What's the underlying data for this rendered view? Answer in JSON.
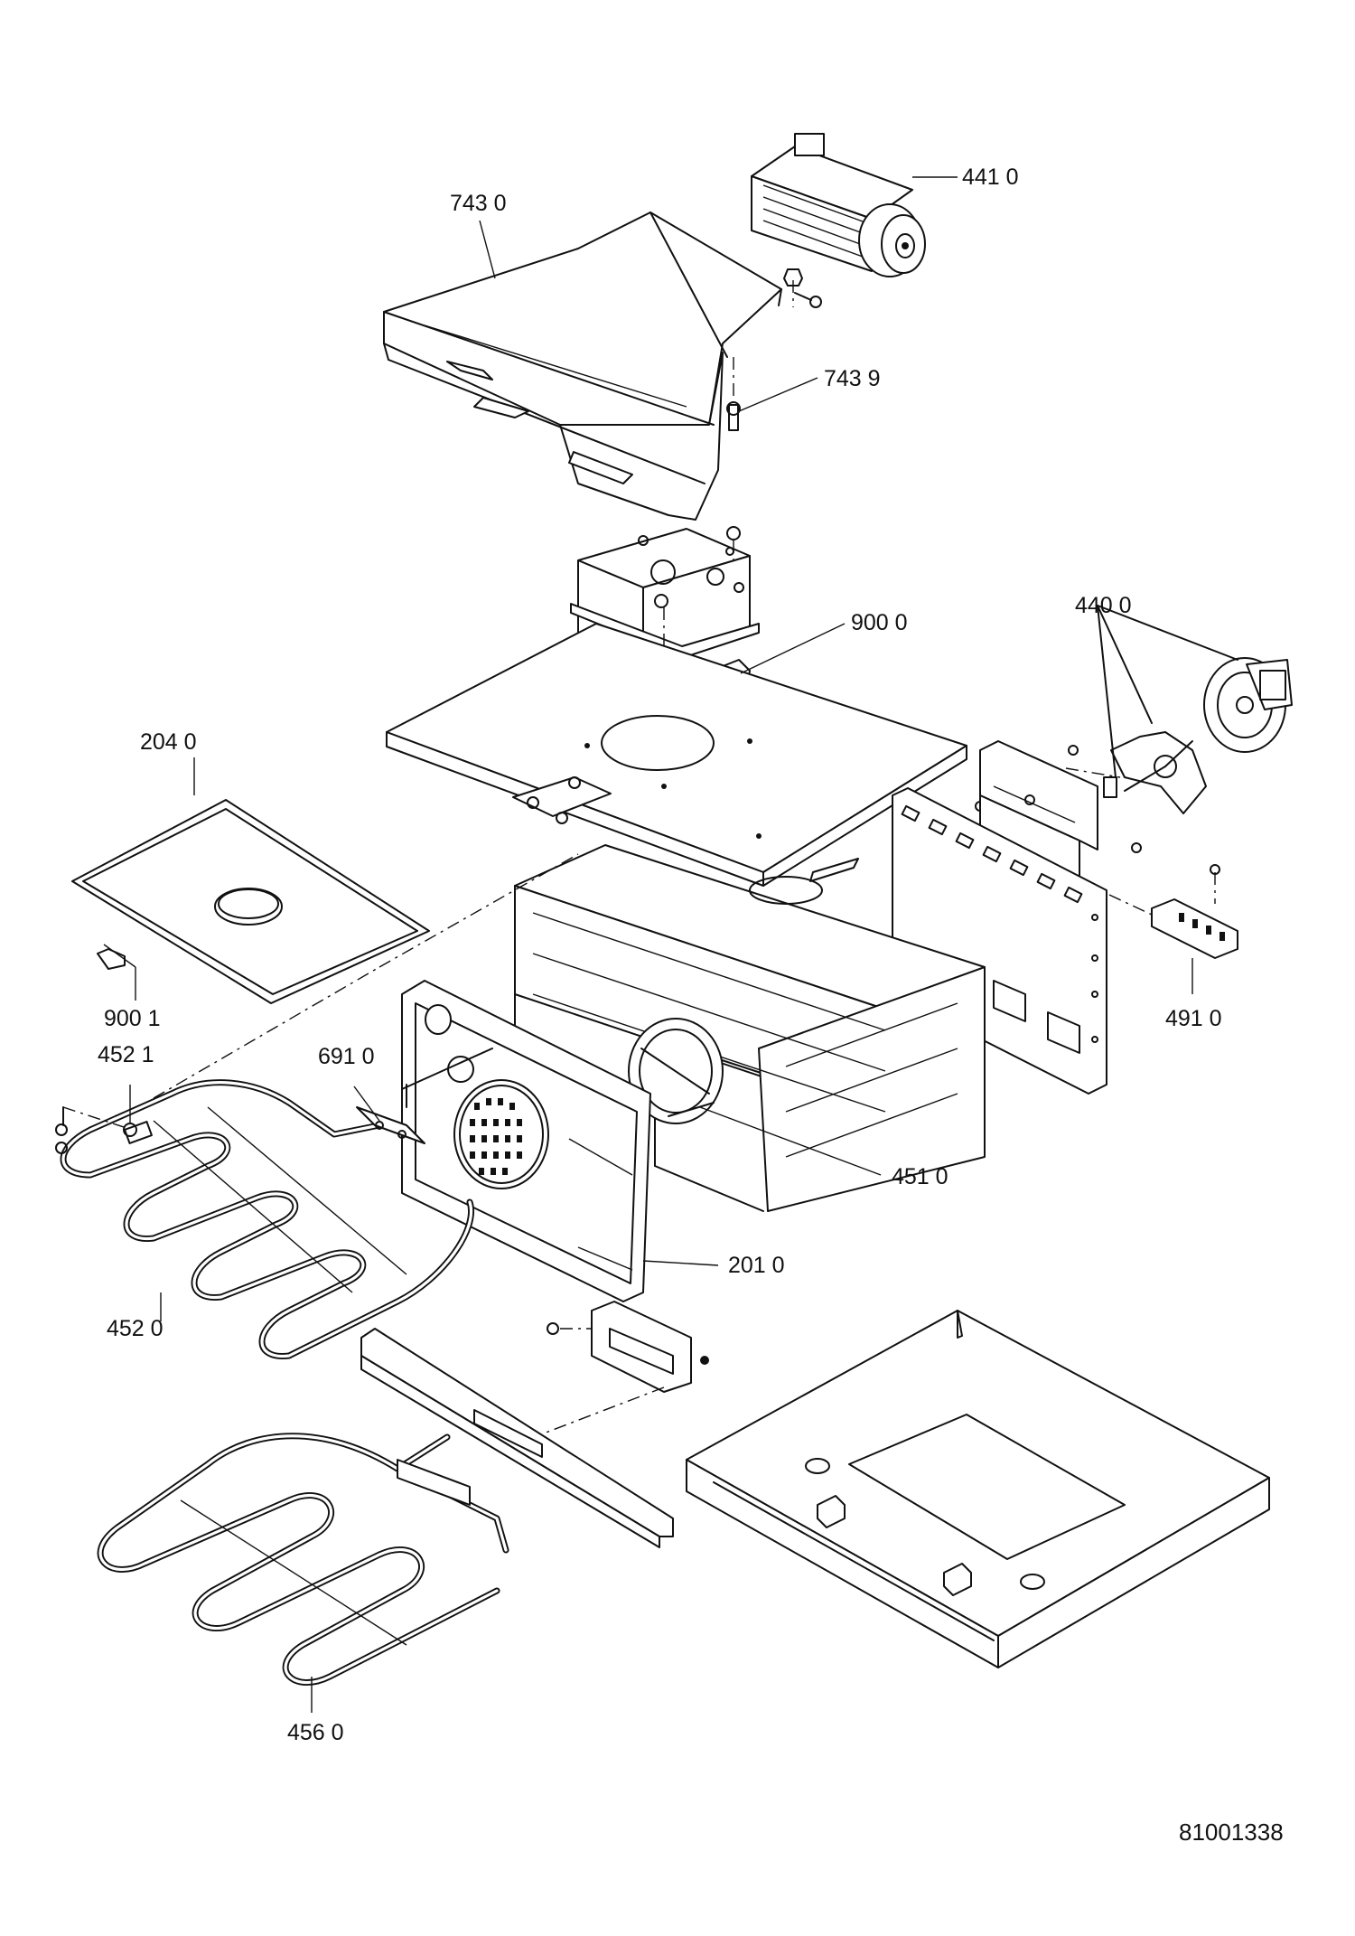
{
  "document_number": "81001338",
  "callouts": {
    "fan_441": "441 0",
    "cover_743": "743 0",
    "screw_7439": "743 9",
    "bracket_9000": "900 0",
    "fan_440": "440 0",
    "plate_204": "204 0",
    "clip_9001": "900 1",
    "clip_4521": "452 1",
    "sensor_691": "691 0",
    "terminal_491": "491 0",
    "ring_451": "451 0",
    "back_panel_201": "201 0",
    "element_452": "452 0",
    "element_456": "456 0"
  }
}
